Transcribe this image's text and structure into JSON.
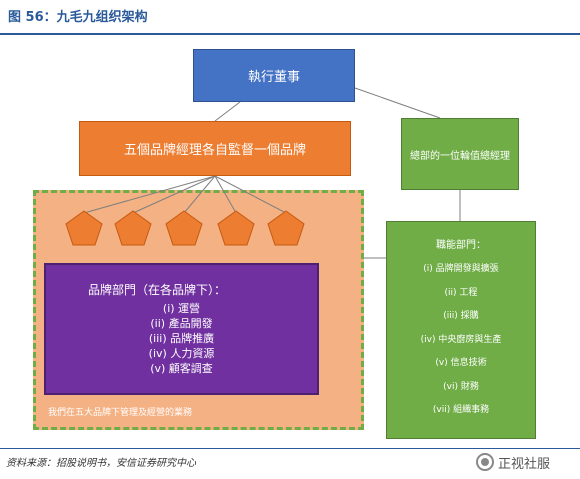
{
  "figure": {
    "title": "图 56：九毛九组织架构",
    "source": "资料来源：招股说明书，安信证券研究中心",
    "watermark": "正视社服"
  },
  "nodes": {
    "executive_director": "執行董事",
    "brand_managers": "五個品牌經理各自監督一個品牌",
    "general_manager": "總部的一位輪值總經理",
    "brand_department": {
      "title": "品牌部門（在各品牌下）：",
      "items": [
        "(i) 運營",
        "(ii) 產品開發",
        "(iii) 品牌推廣",
        "(iv) 人力資源",
        "(v) 顧客調查"
      ]
    },
    "brand_group_note": "我們在五大品牌下管理及經營的業務",
    "functional_department": {
      "title": "職能部門：",
      "items": [
        "(i) 品牌開發與擴張",
        "(ii) 工程",
        "(iii) 採購",
        "(iv) 中央廚房與生產",
        "(v) 信息技術",
        "(vi) 財務",
        "(vii) 組織事務"
      ]
    }
  },
  "brand_count": 5,
  "colors": {
    "executive": "#4472c4",
    "brand_manager": "#ed7d31",
    "green": "#70ad47",
    "brand_group_bg": "#f4b183",
    "department": "#7030a0",
    "title_blue": "#2a5a9a"
  }
}
